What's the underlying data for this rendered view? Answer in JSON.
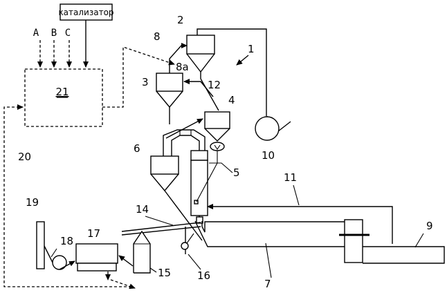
{
  "catalyst_label": "катализатор",
  "inputs": [
    "A",
    "B",
    "C"
  ],
  "labels": {
    "n1": "1",
    "n2": "2",
    "n3": "3",
    "n4": "4",
    "n5": "5",
    "n6": "6",
    "n7": "7",
    "n8": "8",
    "n8a": "8a",
    "n9": "9",
    "n10": "10",
    "n11": "11",
    "n12": "12",
    "n14": "14",
    "n15": "15",
    "n16": "16",
    "n17": "17",
    "n18": "18",
    "n19": "19",
    "n20": "20",
    "n21": "21"
  }
}
